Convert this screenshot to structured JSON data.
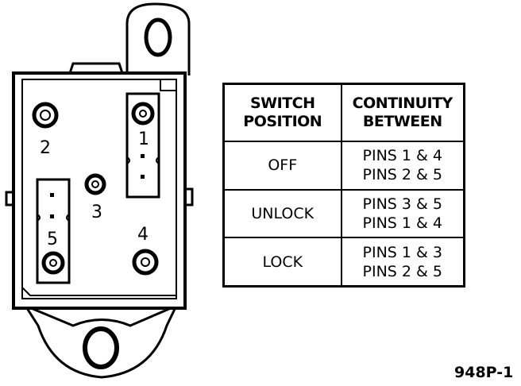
{
  "diagram": {
    "pin_labels": [
      "1",
      "2",
      "3",
      "4",
      "5"
    ]
  },
  "table": {
    "header": {
      "position": [
        "SWITCH",
        "POSITION"
      ],
      "continuity": [
        "CONTINUITY",
        "BETWEEN"
      ]
    },
    "rows": [
      {
        "position": "OFF",
        "continuity": [
          "PINS 1 & 4",
          "PINS 2 & 5"
        ]
      },
      {
        "position": "UNLOCK",
        "continuity": [
          "PINS 3 & 5",
          "PINS 1 & 4"
        ]
      },
      {
        "position": "LOCK",
        "continuity": [
          "PINS 1 & 3",
          "PINS 2 & 5"
        ]
      }
    ]
  },
  "figure_code": "948P-1"
}
